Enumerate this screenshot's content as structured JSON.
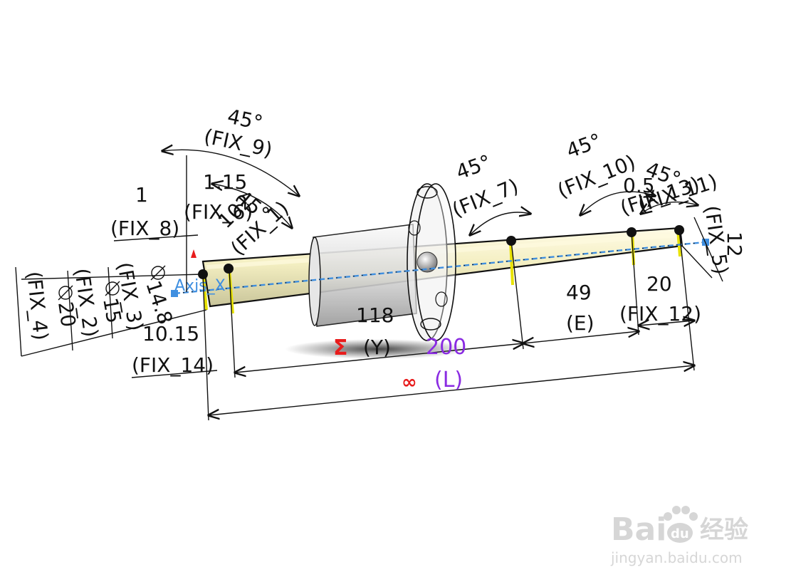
{
  "colors": {
    "shaft_fill": "#f3f0c6",
    "shaft_highlight": "#fffbe0",
    "axis_line": "#3f8fe0",
    "axis_label": "#3f8fe0",
    "sigma": "#e81c1c",
    "driven_dim": "#8a2be2",
    "line": "#111111",
    "yellow_band": "#e8e200",
    "watermark": "#cccccc"
  },
  "icons": {
    "diameter": "diameter-icon",
    "axis_endpoint": "square-marker-icon",
    "sketch_point": "sketch-point-icon",
    "paw": "baidu-paw-icon"
  },
  "axis": {
    "label": "Axis_X"
  },
  "angles": {
    "a1_value": "45°",
    "a1_tag": "(FIX_9)",
    "a2_value": "45°",
    "a2_tag": "(FIX_1)",
    "a3_value": "45°",
    "a3_tag": "(FIX_7)",
    "a4_value": "45°",
    "a4_tag": "(FIX_10)",
    "a5_value": "45°",
    "a5_tag": "(FIX_11)"
  },
  "dims": {
    "d1_value": "1",
    "d1_tag": "(FIX_8)",
    "d2_value": "1.15",
    "d2_tag": "(FIX_6)",
    "d3_value": "102",
    "d4_value": "0.5",
    "d4_tag": "(FIX_13)",
    "d5_value": "12",
    "d5_tag": "(FIX_5)",
    "d6_value": "20",
    "d6_tag": "(FIX_12)",
    "d7_value": "49",
    "d7_tag": "(E)",
    "d8_value": "118",
    "d8_sym": "Σ",
    "d8_tag": "(Y)",
    "d9_value": "200",
    "d9_sym": "∞",
    "d9_tag": "(L)",
    "d10_value": "10.15",
    "d10_tag": "(FIX_14)",
    "dia1_value": "14.8",
    "dia1_tag": "(FIX_3)",
    "dia2_value": "15",
    "dia2_tag": "(FIX_2)",
    "dia3_value": "20",
    "dia3_tag": "(FIX_4)"
  },
  "watermark": {
    "brand_left": "Bai",
    "brand_right": "du",
    "brand_cn": "经验",
    "url": "jingyan.baidu.com"
  }
}
